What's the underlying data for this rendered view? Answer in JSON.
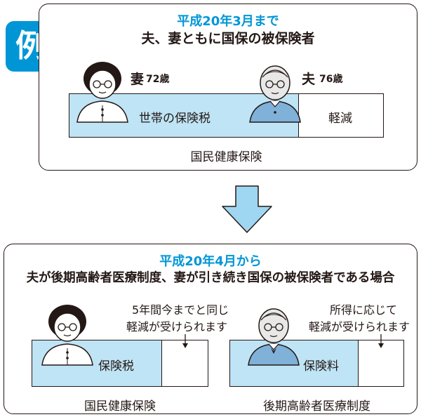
{
  "badge": "例",
  "top_panel": {
    "title_blue": "平成20年3月まで",
    "title_bold": "夫、妻ともに国保の被保険者",
    "wife_label": "妻",
    "wife_age": "72歳",
    "husband_label": "夫",
    "husband_age": "76歳",
    "household_tax": "世帯の保険税",
    "reduction": "軽減",
    "caption": "国民健康保険"
  },
  "bottom_panel": {
    "title_blue": "平成20年4月から",
    "title_bold": "夫が後期高齢者医療制度、妻が引き続き国保の被保険者である場合",
    "note_left_1": "5年間今までと同じ",
    "note_left_2": "軽減が受けられます",
    "note_right_1": "所得に応じて",
    "note_right_2": "軽減が受けられます",
    "tax_label": "保険税",
    "premium_label": "保険料",
    "caption_left": "国民健康保険",
    "caption_right": "後期高齢者医療制度"
  },
  "colors": {
    "accent_blue": "#0096d6",
    "light_blue_fill": "#bfe4f5",
    "arrow_fill": "#9fd6f2",
    "figure_blue": "#7fb1d9",
    "line": "#231815"
  }
}
